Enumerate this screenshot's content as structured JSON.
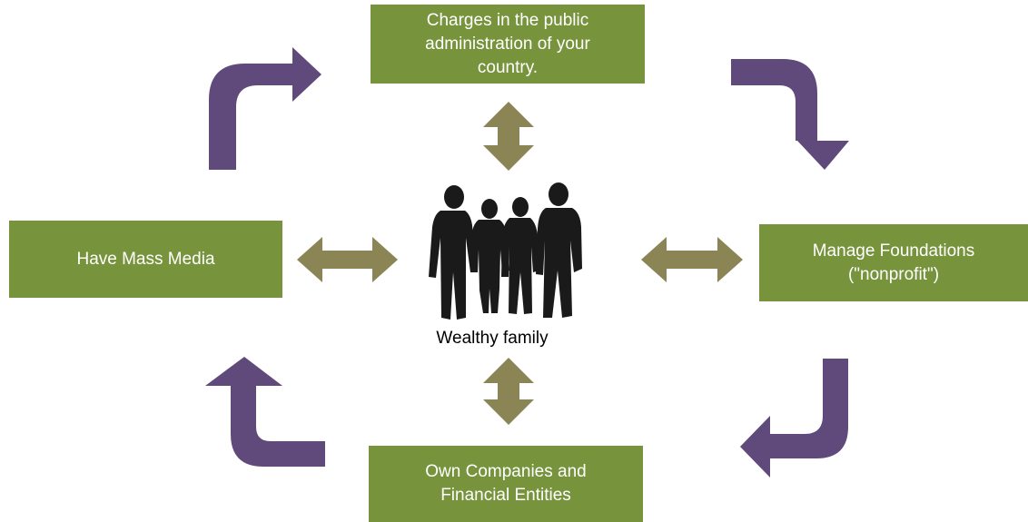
{
  "diagram": {
    "center": {
      "label": "Wealthy family",
      "icon": "people-silhouette-icon"
    },
    "nodes": {
      "top": "Charges in the public\nadministration of your\ncountry.",
      "left": "Have Mass Media",
      "right": "Manage Foundations\n(\"nonprofit\")",
      "bottom": "Own Companies and\nFinancial Entities"
    },
    "colors": {
      "box_fill": "#77933c",
      "box_text": "#ffffff",
      "cycle_arrow": "#604a7b",
      "link_arrow": "#8b8455",
      "silhouette": "#1a1a1a"
    }
  }
}
